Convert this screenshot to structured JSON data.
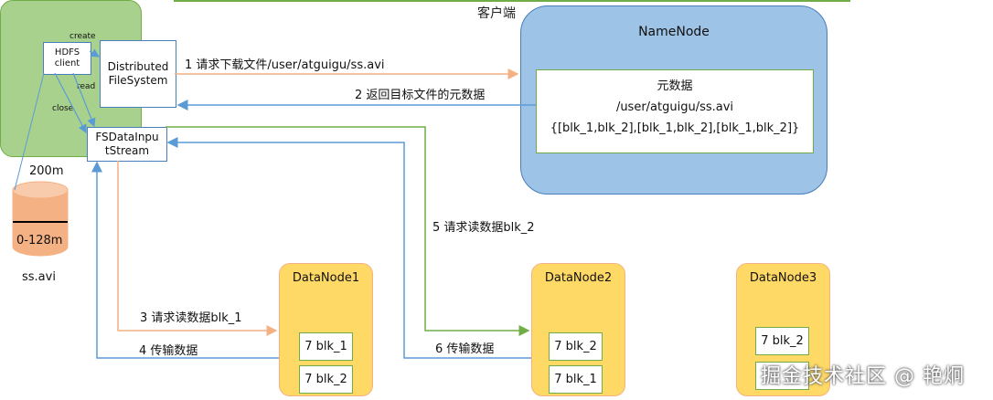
{
  "client": {
    "title": "客户端",
    "hdfs_client": "HDFS\nclient",
    "distributed_fs": "Distributed\nFileSystem",
    "fs_input_stream": "FSDataInpu\ntStream",
    "create": "create",
    "read": "read",
    "close": "close"
  },
  "file": {
    "size": "200m",
    "range": "0-128m",
    "name": "ss.avi"
  },
  "namenode": {
    "title": "NameNode",
    "meta_title": "元数据",
    "meta_path": "/user/atguigu/ss.avi",
    "meta_blocks": "{[blk_1,blk_2],[blk_1,blk_2],[blk_1,blk_2]}"
  },
  "arrows": {
    "step1": "1 请求下载文件/user/atguigu/ss.avi",
    "step2": "2 返回目标文件的元数据",
    "step3": "3 请求读数据blk_1",
    "step4": "4 传输数据",
    "step5": "5 请求读数据blk_2",
    "step6": "6 传输数据"
  },
  "datanodes": [
    {
      "title": "DataNode1",
      "blocks": [
        "7 blk_1",
        "7 blk_2"
      ]
    },
    {
      "title": "DataNode2",
      "blocks": [
        "7 blk_2",
        "7 blk_1"
      ]
    },
    {
      "title": "DataNode3",
      "blocks": [
        "7 blk_2",
        ""
      ]
    }
  ],
  "watermark": "掘金技术社区 @ 艳炯",
  "colors": {
    "client": "#a9d18e",
    "namenode": "#9dc3e6",
    "datanode": "#ffd966",
    "orange_arrow": "#f4b183",
    "blue_arrow": "#5b9bd5",
    "green_arrow": "#70ad47"
  }
}
